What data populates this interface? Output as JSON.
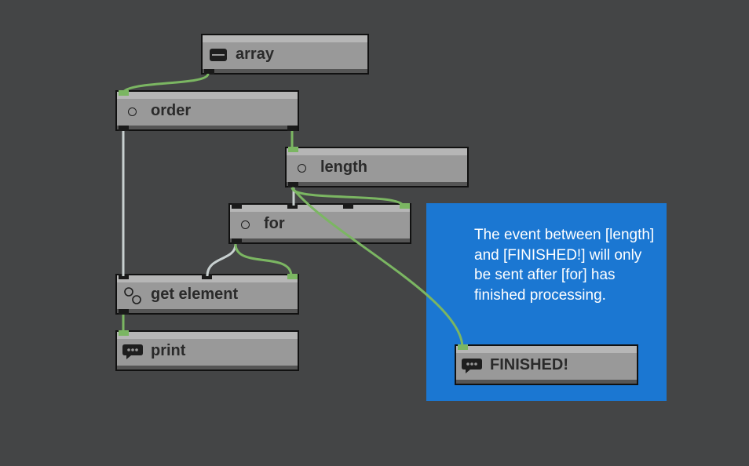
{
  "nodes": {
    "array": {
      "label": "array",
      "icon": "array-icon"
    },
    "order": {
      "label": "order",
      "icon": "circle-icon"
    },
    "length": {
      "label": "length",
      "icon": "circle-icon"
    },
    "for": {
      "label": "for",
      "icon": "circle-icon"
    },
    "get_element": {
      "label": "get element",
      "icon": "double-circle-icon"
    },
    "print": {
      "label": "print",
      "icon": "speech-bubble-icon"
    },
    "finished": {
      "label": "FINISHED!",
      "icon": "speech-bubble-icon"
    }
  },
  "comment": {
    "text": "The event between [length] and [FINISHED!] will only be sent after [for] has finished processing."
  },
  "colors": {
    "background": "#444546",
    "comment": "#1b77d2",
    "node": "#999999",
    "event_wire": "#7bb662",
    "value_wire": "#c8d0d0"
  }
}
